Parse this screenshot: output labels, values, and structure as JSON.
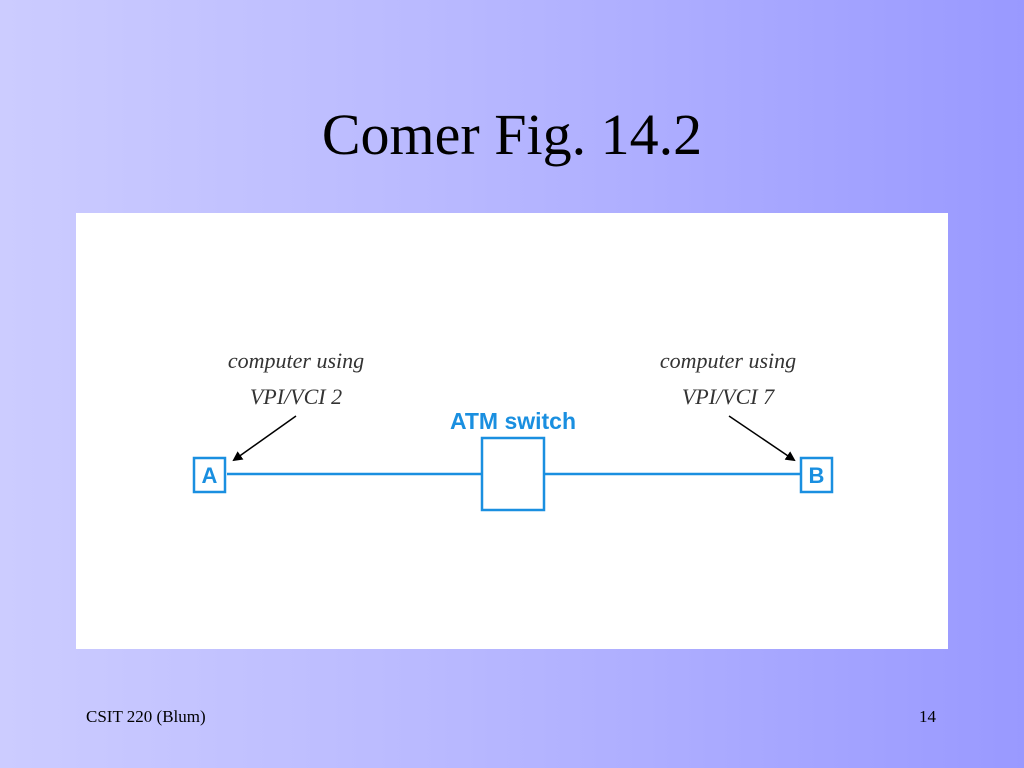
{
  "slide": {
    "title": "Comer Fig. 14.2",
    "footer_left": "CSIT 220 (Blum)",
    "page_number": "14"
  },
  "diagram": {
    "accent_color": "#1a8fe0",
    "left_label_line1": "computer using",
    "left_label_line2": "VPI/VCI 2",
    "right_label_line1": "computer using",
    "right_label_line2": "VPI/VCI 7",
    "switch_label": "ATM switch",
    "node_a": "A",
    "node_b": "B"
  }
}
